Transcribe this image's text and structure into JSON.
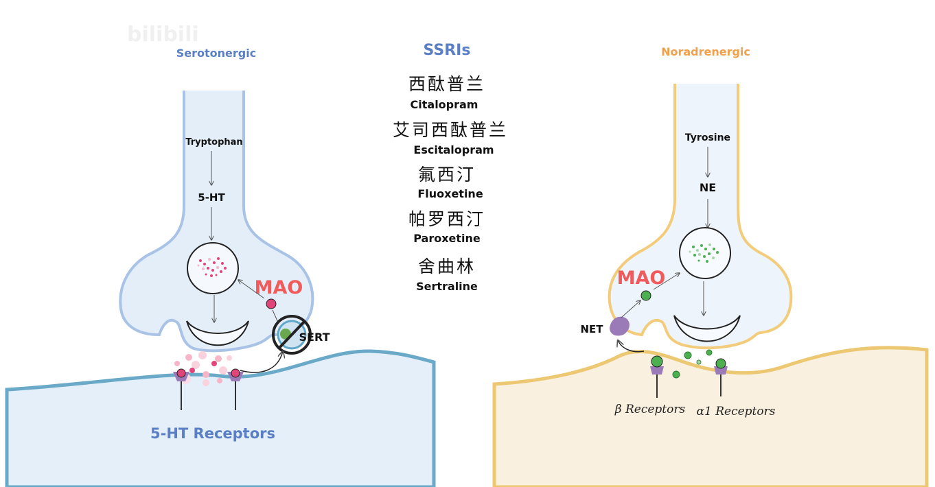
{
  "watermark": "bilibili",
  "titles": {
    "serotonergic": "Serotonergic",
    "ssris": "SSRIs",
    "noradrenergic": "Noradrenergic"
  },
  "serotonin_panel": {
    "precursor": "Tryptophan",
    "transmitter": "5-HT",
    "enzyme": "MAO",
    "transporter": "SERT",
    "receptors": "5-HT Receptors"
  },
  "drugs": [
    {
      "cn": "西酞普兰",
      "en": "Citalopram"
    },
    {
      "cn": "艾司西酞普兰",
      "en": "Escitalopram"
    },
    {
      "cn": "氟西汀",
      "en": "Fluoxetine"
    },
    {
      "cn": "帕罗西汀",
      "en": "Paroxetine"
    },
    {
      "cn": "舍曲林",
      "en": "Sertraline"
    }
  ],
  "norepinephrine_panel": {
    "precursor": "Tyrosine",
    "transmitter": "NE",
    "enzyme": "MAO",
    "transporter": "NET",
    "receptor_beta": "β Receptors",
    "receptor_alpha": "α1 Receptors"
  },
  "colors": {
    "sero_title": "#5b7fc4",
    "nor_title": "#f0a04b",
    "mao": "#f05a5a",
    "sero_dot": "#e0457a",
    "ne_dot": "#4caf50",
    "neuron_fill_blue": "#e3eef9",
    "neuron_stroke_blue": "#a9c3e6",
    "neuron_fill_orange": "#eef4fb",
    "neuron_stroke_orange": "#f2cc7a",
    "post_fill_blue": "#e4eff9",
    "post_stroke_blue": "#6aa9c8",
    "post_fill_orange": "#faf0e0",
    "post_stroke_orange": "#edc873",
    "receptor_purple": "#9b7bb7"
  }
}
